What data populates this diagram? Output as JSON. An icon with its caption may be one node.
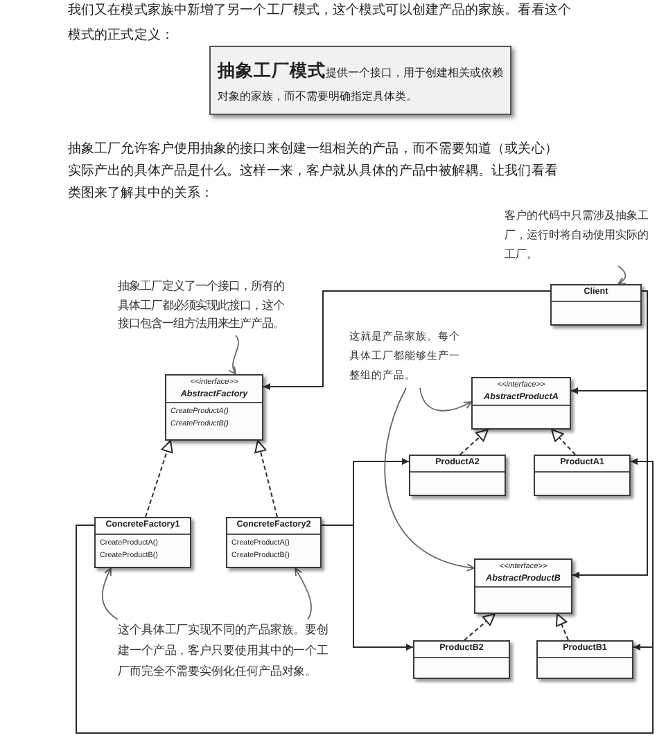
{
  "diagram": {
    "nodes": [
      {
        "text": [
          "**抽象工厂模式**提供一个接口，用于创建相关或依赖对象的家族，而不需要明确指定具体类。"
        ]
      },
      {
        "text": [
          "客户的代码中只需涉及抽象工厂，运行时将自动使用实际的工厂。"
        ]
      },
      {
        "text": [
          "抽象工厂定义了一个接口，所有的具体工厂都必须实现此接口，这个接口包含一组方法用来生产产品。"
        ]
      },
      {
        "text": [
          "Client"
        ]
      },
      {
        "text": [
          "<<interface>>",
          "AbstractFactory",
          "CreateProductA()",
          "CreateProductB()"
        ]
      },
      {
        "text": [
          "这就是产品家族。每个具体工厂都能够生产一整组的产品。"
        ]
      },
      {
        "text": [
          "<<interface>>",
          "AbstractProductA"
        ]
      },
      {
        "text": [
          "ProductA2"
        ]
      },
      {
        "text": [
          "ProductA1"
        ]
      },
      {
        "text": [
          "ConcreteFactory1",
          "CreateProductA()",
          "CreateProductB()"
        ]
      },
      {
        "text": [
          "ConcreteFactory2",
          "CreateProductA()",
          "CreateProductB()"
        ]
      },
      {
        "text": [
          "<<interface>>",
          "AbstractProductB"
        ]
      },
      {
        "text": [
          "这个具体工厂实现不同的产品家族。要创建一个产品，客户只要使用其中的一个工厂而完全不需要实例化任何产品对象。"
        ]
      },
      {
        "text": [
          "ProductB2"
        ]
      },
      {
        "text": [
          "ProductB1"
        ]
      }
    ],
    "edges": [
      {
        "from": 3,
        "to": 4,
        "arrow": "to"
      },
      {
        "from": 3,
        "to": 6,
        "arrow": "to"
      },
      {
        "from": 3,
        "to": 11,
        "arrow": "to"
      },
      {
        "from": 9,
        "to": 8,
        "arrow": "to"
      },
      {
        "from": 9,
        "to": 14,
        "arrow": "to"
      },
      {
        "from": 10,
        "to": 7,
        "arrow": "to"
      },
      {
        "from": 10,
        "to": 13,
        "arrow": "to"
      },
      {
        "from": 9,
        "to": 4,
        "arrow": "to",
        "style": "dashed"
      },
      {
        "from": 10,
        "to": 4,
        "arrow": "to",
        "style": "dashed"
      },
      {
        "from": 7,
        "to": 6,
        "arrow": "to",
        "style": "dashed"
      },
      {
        "from": 8,
        "to": 6,
        "arrow": "to",
        "style": "dashed"
      },
      {
        "from": 13,
        "to": 11,
        "arrow": "to",
        "style": "dashed"
      },
      {
        "from": 14,
        "to": 11,
        "arrow": "to",
        "style": "dashed"
      },
      {
        "from": 1,
        "to": 3,
        "arrow": "to",
        "color": "#666666"
      },
      {
        "from": 2,
        "to": 4,
        "arrow": "to",
        "color": "#666666"
      },
      {
        "from": 5,
        "to": 6,
        "arrow": "to",
        "color": "#666666"
      },
      {
        "from": 5,
        "to": 11,
        "arrow": "to",
        "color": "#666666"
      },
      {
        "from": 12,
        "to": 9,
        "arrow": "to",
        "color": "#666666"
      },
      {
        "from": 12,
        "to": 10,
        "arrow": "to",
        "color": "#666666"
      }
    ],
    "labels": [
      "我们又在模式家族中新增了另一个工厂模式，这个模式可以创建产品的家族。看看这个模式的正式定义：",
      "抽象工厂允许客户使用抽象的接口来创建一组相关的产品，而不需要知道（或关心）实际产出的具体产品是什么。这样一来，客户就从具体的产品中被解耦。让我们看看类图来了解其中的关系："
    ]
  }
}
